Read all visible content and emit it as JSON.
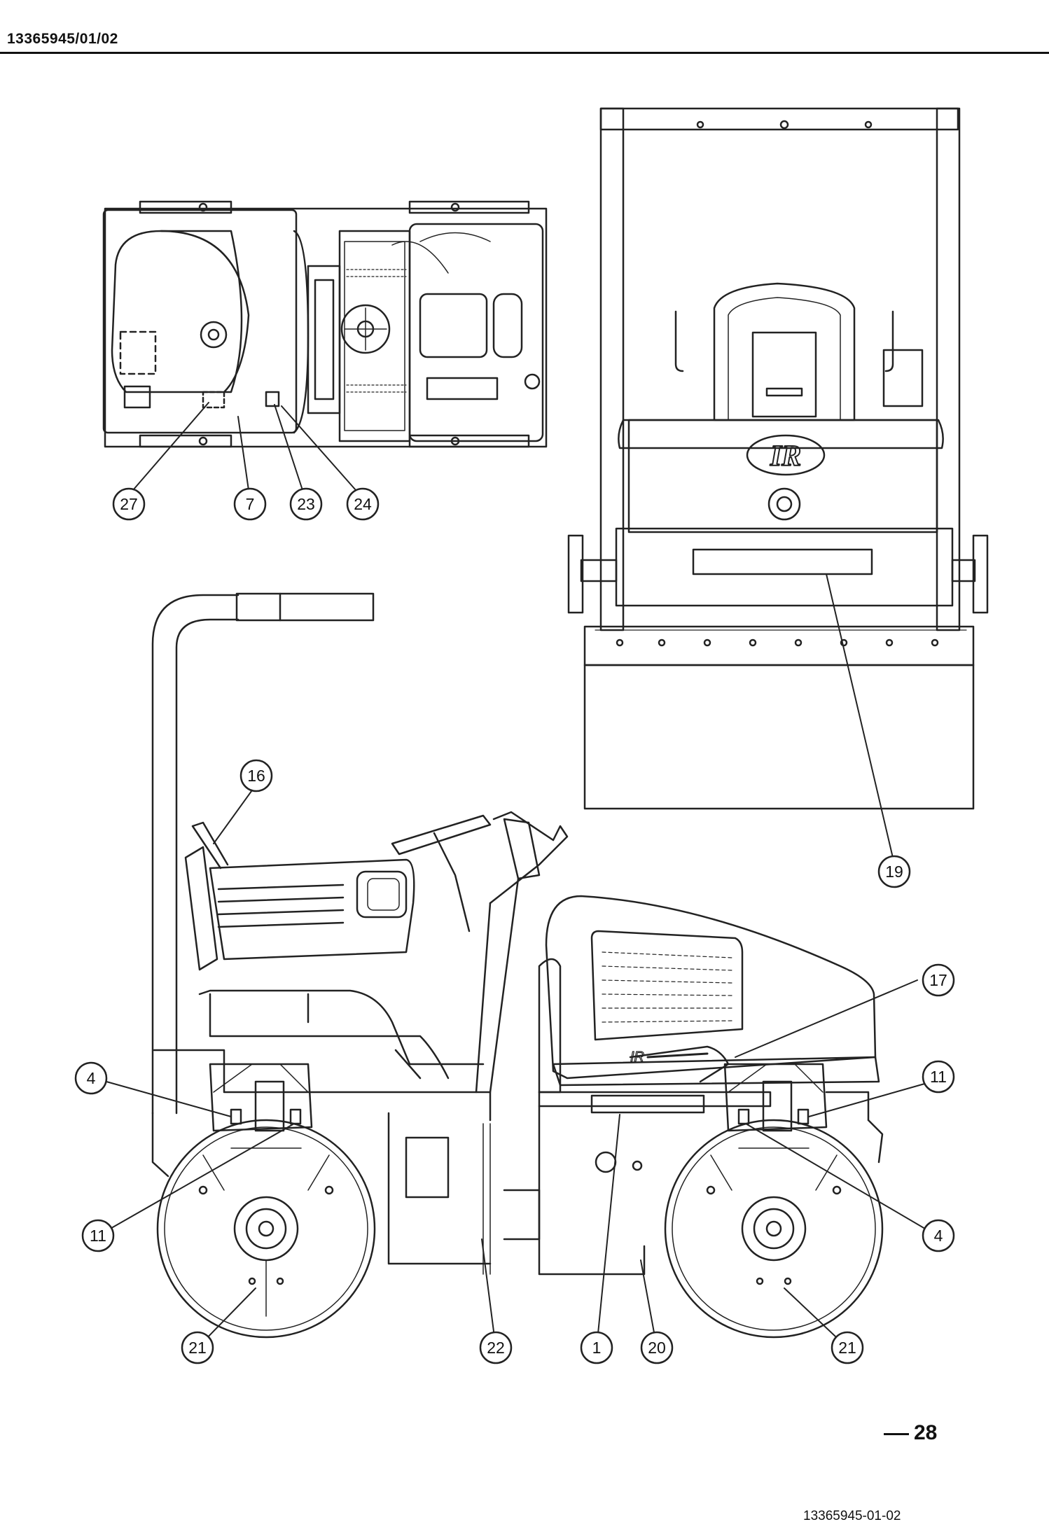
{
  "header": {
    "document_code": "13365945/01/02"
  },
  "page_number": "28",
  "footer": {
    "document_code": "13365945-01-02"
  },
  "callouts": [
    {
      "id": "c27",
      "label": "27"
    },
    {
      "id": "c7",
      "label": "7"
    },
    {
      "id": "c23",
      "label": "23"
    },
    {
      "id": "c24",
      "label": "24"
    },
    {
      "id": "c16",
      "label": "16"
    },
    {
      "id": "c19",
      "label": "19"
    },
    {
      "id": "c17",
      "label": "17"
    },
    {
      "id": "c4a",
      "label": "4"
    },
    {
      "id": "c11a",
      "label": "11"
    },
    {
      "id": "c11b",
      "label": "11"
    },
    {
      "id": "c4b",
      "label": "4"
    },
    {
      "id": "c21a",
      "label": "21"
    },
    {
      "id": "c22",
      "label": "22"
    },
    {
      "id": "c1",
      "label": "1"
    },
    {
      "id": "c20",
      "label": "20"
    },
    {
      "id": "c21b",
      "label": "21"
    }
  ]
}
